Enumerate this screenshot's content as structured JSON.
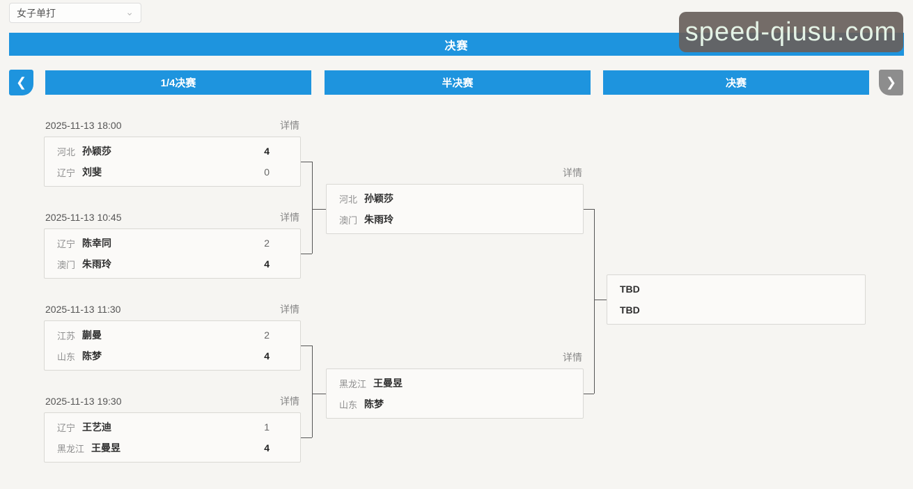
{
  "category_select": {
    "value": "女子单打",
    "chevron_icon": "⌄"
  },
  "stage_banner": {
    "title": "决赛"
  },
  "watermark": {
    "text": "speed-qiusu.com"
  },
  "nav": {
    "prev_icon": "❮",
    "next_icon": "❯"
  },
  "round_headers": [
    {
      "label": "1/4决赛"
    },
    {
      "label": "半决赛"
    },
    {
      "label": "决赛"
    }
  ],
  "matches": {
    "quarterfinals": [
      {
        "datetime": "2025-11-13 18:00",
        "details_label": "详情",
        "players": [
          {
            "region": "河北",
            "name": "孙颖莎",
            "score": "4",
            "winner": true
          },
          {
            "region": "辽宁",
            "name": "刘斐",
            "score": "0",
            "winner": false
          }
        ]
      },
      {
        "datetime": "2025-11-13 10:45",
        "details_label": "详情",
        "players": [
          {
            "region": "辽宁",
            "name": "陈幸同",
            "score": "2",
            "winner": false
          },
          {
            "region": "澳门",
            "name": "朱雨玲",
            "score": "4",
            "winner": true
          }
        ]
      },
      {
        "datetime": "2025-11-13 11:30",
        "details_label": "详情",
        "players": [
          {
            "region": "江苏",
            "name": "蒯曼",
            "score": "2",
            "winner": false
          },
          {
            "region": "山东",
            "name": "陈梦",
            "score": "4",
            "winner": true
          }
        ]
      },
      {
        "datetime": "2025-11-13 19:30",
        "details_label": "详情",
        "players": [
          {
            "region": "辽宁",
            "name": "王艺迪",
            "score": "1",
            "winner": false
          },
          {
            "region": "黑龙江",
            "name": "王曼昱",
            "score": "4",
            "winner": true
          }
        ]
      }
    ],
    "semifinals": [
      {
        "details_label": "详情",
        "players": [
          {
            "region": "河北",
            "name": "孙颖莎"
          },
          {
            "region": "澳门",
            "name": "朱雨玲"
          }
        ]
      },
      {
        "details_label": "详情",
        "players": [
          {
            "region": "黑龙江",
            "name": "王曼昱"
          },
          {
            "region": "山东",
            "name": "陈梦"
          }
        ]
      }
    ],
    "final": [
      {
        "players": [
          {
            "name": "TBD"
          },
          {
            "name": "TBD"
          }
        ]
      }
    ]
  }
}
